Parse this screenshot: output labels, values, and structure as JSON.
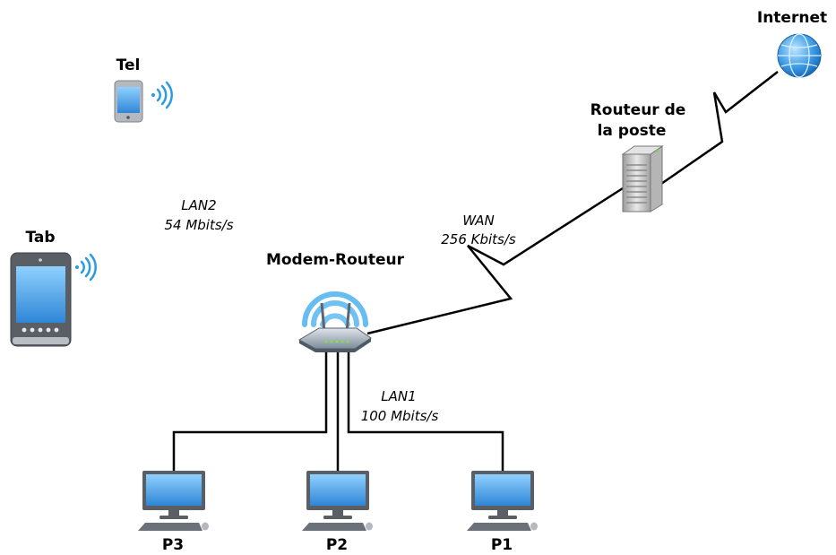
{
  "nodes": {
    "internet": "Internet",
    "router_poste": [
      "Routeur de",
      "la poste"
    ],
    "modem": "Modem-Routeur",
    "tel": "Tel",
    "tab": "Tab",
    "p1": "P1",
    "p2": "P2",
    "p3": "P3"
  },
  "links": {
    "wan": [
      "WAN",
      "256 Kbits/s"
    ],
    "lan1": [
      "LAN1",
      "100 Mbits/s"
    ],
    "lan2": [
      "LAN2",
      "54 Mbits/s"
    ]
  },
  "colors": {
    "screen": "#5aa7e6",
    "device_body": "#5a5f66",
    "wifi": "#2a9be0",
    "globe": "#2f8fdc",
    "server": "#c8c8c8"
  },
  "icons": [
    "globe-icon",
    "server-icon",
    "router-icon",
    "phone-icon",
    "tablet-icon",
    "computer-icon",
    "wifi-icon"
  ]
}
